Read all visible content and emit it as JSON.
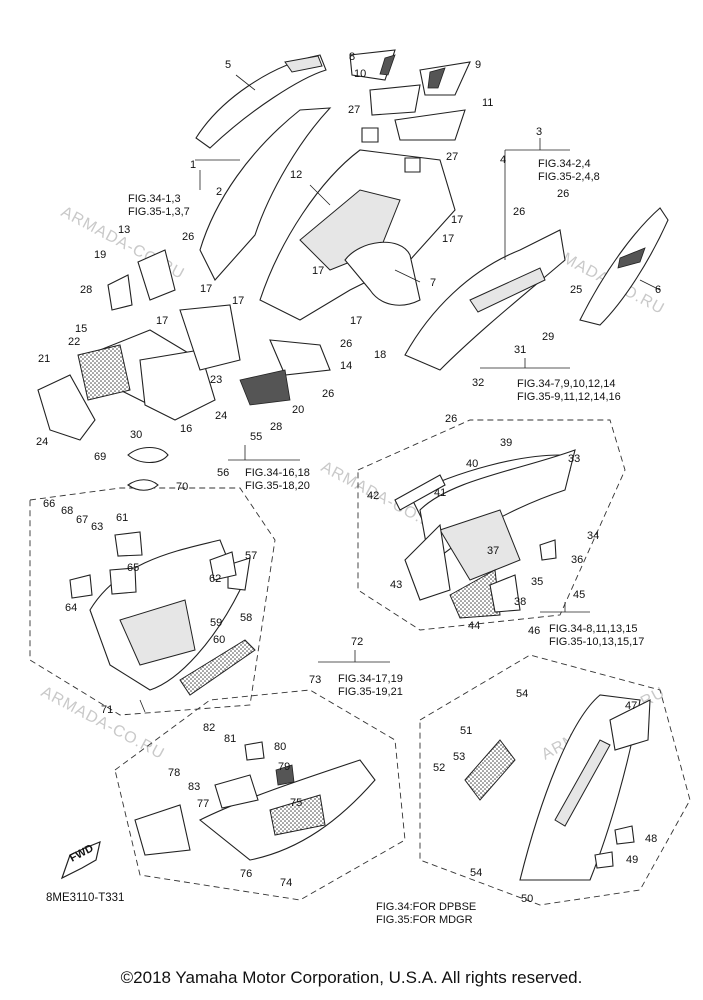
{
  "diagram": {
    "ref_code": "8ME3110-T331",
    "watermark_text": "ARMADA-CO.RU",
    "forward_label": "FWD",
    "copyright": "©2018 Yamaha Motor Corporation, U.S.A. All rights reserved.",
    "figure_notes": [
      "FIG.34-1,3",
      "FIG.35-1,3,7",
      "FIG.34-2,4",
      "FIG.35-2,4,8",
      "FIG.34-7,9,10,12,14",
      "FIG.35-9,11,12,14,16",
      "FIG.34-16,18",
      "FIG.35-18,20",
      "FIG.34-8,11,13,15",
      "FIG.35-10,13,15,17",
      "FIG.34-17,19",
      "FIG.35-19,21"
    ],
    "legend": [
      "FIG.34:FOR DPBSE",
      "FIG.35:FOR MDGR"
    ],
    "callouts": [
      "1",
      "2",
      "3",
      "4",
      "5",
      "6",
      "7",
      "8",
      "9",
      "10",
      "11",
      "12",
      "13",
      "14",
      "15",
      "16",
      "17",
      "17",
      "17",
      "17",
      "17",
      "17",
      "17",
      "18",
      "19",
      "20",
      "21",
      "22",
      "23",
      "24",
      "24",
      "25",
      "26",
      "26",
      "26",
      "26",
      "26",
      "26",
      "27",
      "27",
      "28",
      "28",
      "29",
      "30",
      "31",
      "32",
      "33",
      "34",
      "35",
      "36",
      "37",
      "38",
      "39",
      "40",
      "41",
      "42",
      "43",
      "44",
      "45",
      "46",
      "47",
      "48",
      "49",
      "50",
      "51",
      "52",
      "53",
      "54",
      "54",
      "55",
      "56",
      "57",
      "58",
      "59",
      "60",
      "61",
      "62",
      "63",
      "64",
      "65",
      "66",
      "67",
      "68",
      "69",
      "70",
      "71",
      "72",
      "73",
      "74",
      "75",
      "76",
      "77",
      "78",
      "79",
      "80",
      "81",
      "82",
      "83"
    ]
  }
}
